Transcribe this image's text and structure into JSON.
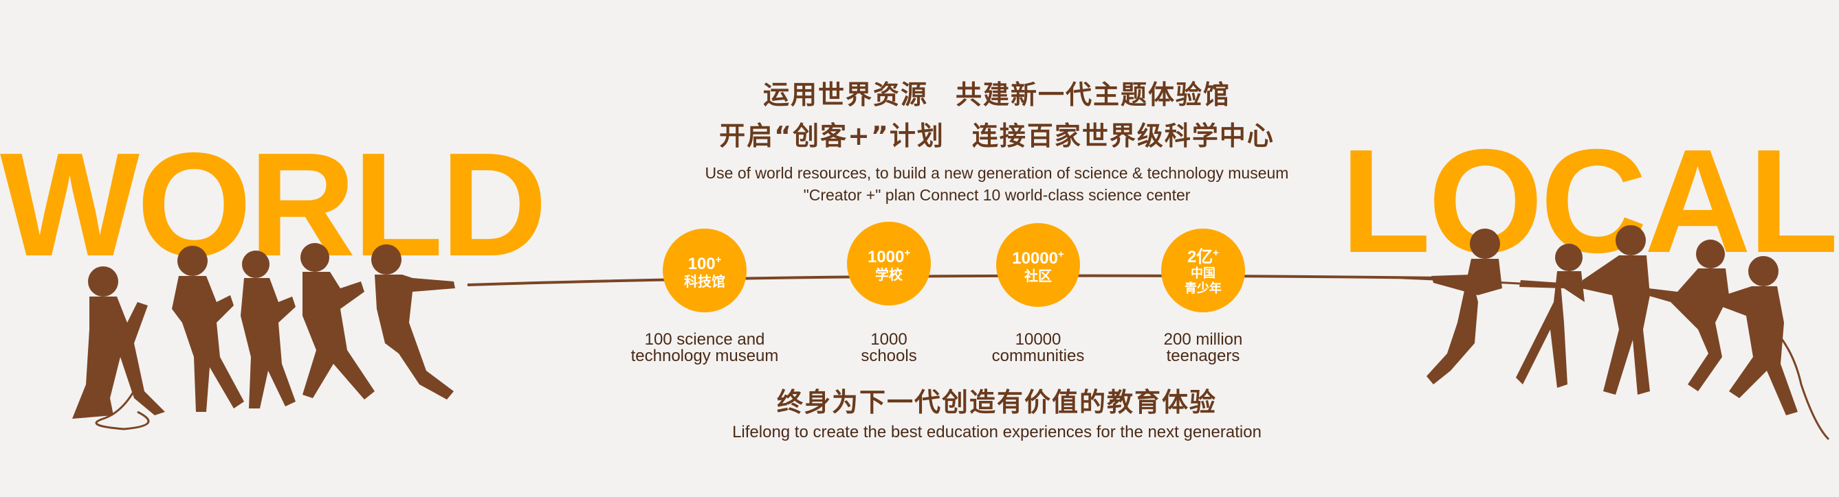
{
  "left_word": "WORLD",
  "right_word": "LOCAL",
  "headline": {
    "line1": "运用世界资源　共建新一代主题体验馆",
    "line2": "开启“创客+”计划　连接百家世界级科学中心",
    "en_line1": "Use of world resources, to build a new generation of science & technology museum",
    "en_line2": "\"Creator +\" plan    Connect 10 world-class science center"
  },
  "milestones": [
    {
      "number": "100",
      "unit": "科技馆",
      "label_line1": "100 science and",
      "label_line2": "technology museum"
    },
    {
      "number": "1000",
      "unit": "学校",
      "label_line1": "1000",
      "label_line2": "schools"
    },
    {
      "number": "10000",
      "unit": "社区",
      "label_line1": "10000",
      "label_line2": "communities"
    },
    {
      "number": "2亿",
      "unit_line1": "中国",
      "unit_line2": "青少年",
      "label_line1": "200 million",
      "label_line2": "teenagers"
    }
  ],
  "plus_mark": "+",
  "slogan": {
    "cn": "终身为下一代创造有价值的教育体验",
    "en": "Lifelong to create the best education experiences for the next generation"
  },
  "colors": {
    "accent": "#ffa800",
    "brown": "#7a4525",
    "background": "#f3f2f1"
  }
}
